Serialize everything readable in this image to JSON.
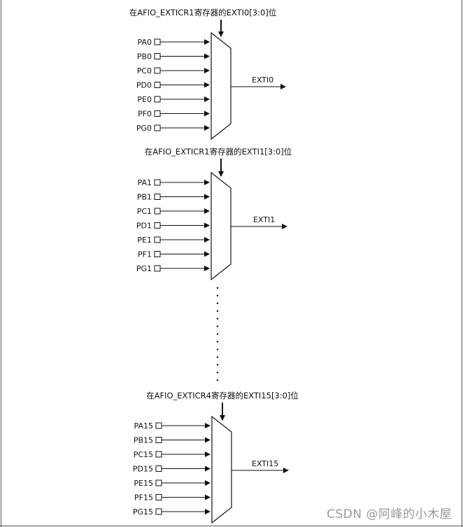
{
  "blocks": [
    {
      "title": "在AFIO_EXTICR1寄存器的EXTI0[3:0]位",
      "inputs": [
        "PA0",
        "PB0",
        "PC0",
        "PD0",
        "PE0",
        "PF0",
        "PG0"
      ],
      "output": "EXTI0"
    },
    {
      "title": "在AFIO_EXTICR1寄存器的EXTI1[3:0]位",
      "inputs": [
        "PA1",
        "PB1",
        "PC1",
        "PD1",
        "PE1",
        "PF1",
        "PG1"
      ],
      "output": "EXTI1"
    },
    {
      "title": "在AFIO_EXTICR4寄存器的EXTI15[3:0]位",
      "inputs": [
        "PA15",
        "PB15",
        "PC15",
        "PD15",
        "PE15",
        "PF15",
        "PG15"
      ],
      "output": "EXTI15"
    }
  ],
  "watermark": "CSDN @阿峰的小木屋",
  "colors": {
    "line": "#111111",
    "border": "#555555",
    "watermark": "#9a9a9a"
  }
}
